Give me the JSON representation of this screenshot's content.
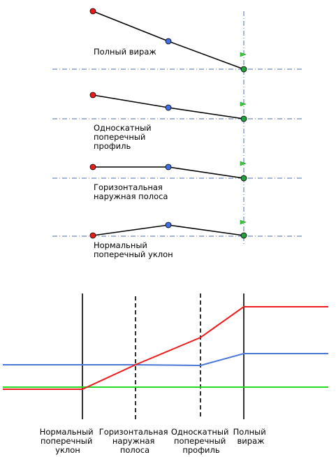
{
  "cross_sections": [
    {
      "label_lines": [
        "Полный вираж"
      ]
    },
    {
      "label_lines": [
        "Односкатный",
        "поперечный",
        "профиль"
      ]
    },
    {
      "label_lines": [
        "Горизонтальная",
        "наружная полоса"
      ]
    },
    {
      "label_lines": [
        "Нормальный",
        "поперечный уклон"
      ]
    }
  ],
  "transition_stations": [
    {
      "label_lines": [
        "Нормальный",
        "поперечный",
        "уклон"
      ]
    },
    {
      "label_lines": [
        "Горизонтальная",
        "наружная",
        "полоса"
      ]
    },
    {
      "label_lines": [
        "Односкатный",
        "поперечный",
        "профиль"
      ]
    },
    {
      "label_lines": [
        "Полный",
        "вираж"
      ]
    }
  ],
  "colors": {
    "outer_edge": "#ee1c1c",
    "centerline": "#4b78d8",
    "inner_edge": "#22dd22",
    "outer_point": "#e51c1c",
    "center_point": "#3f6fe0",
    "pivot_point": "#1ea03a",
    "flag": "#3cc83c",
    "guide_line": "#4a6db8"
  }
}
